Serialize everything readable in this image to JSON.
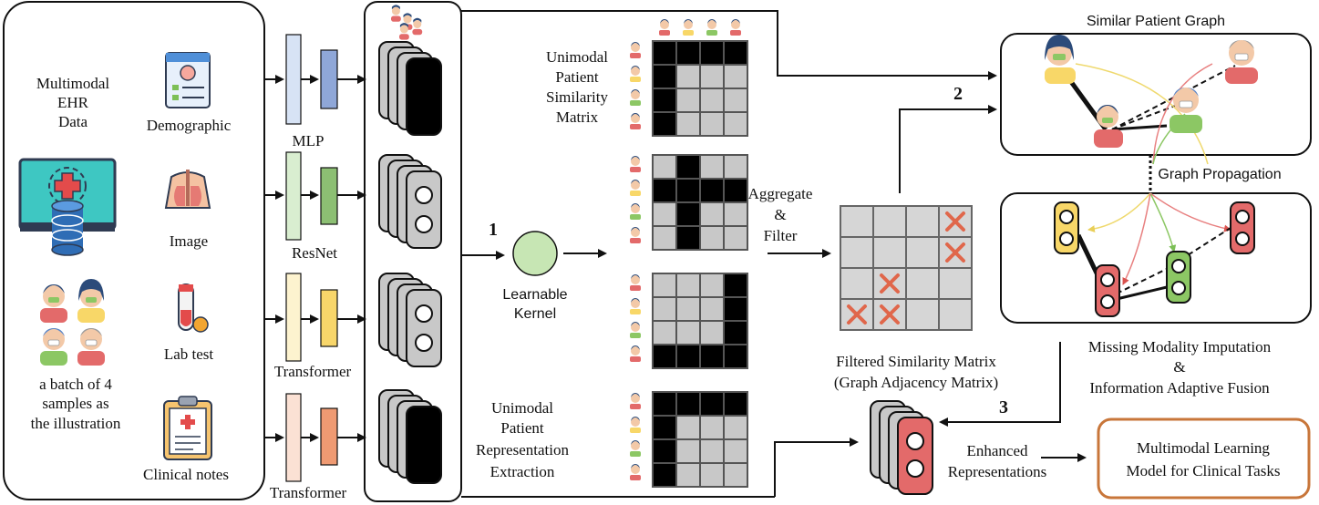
{
  "input_panel": {
    "title_line1": "Multimodal",
    "title_line2": "EHR",
    "title_line3": "Data",
    "modalities": [
      "Demographic",
      "Image",
      "Lab test",
      "Clinical notes"
    ],
    "batch_line1": "a batch of 4",
    "batch_line2": "samples as",
    "batch_line3": "the illustration"
  },
  "encoders": [
    "MLP",
    "ResNet",
    "Transformer",
    "Transformer"
  ],
  "steps": {
    "one": "1",
    "two": "2",
    "three": "3"
  },
  "kernel": {
    "line1": "Learnable",
    "line2": "Kernel"
  },
  "similarity": {
    "line1": "Unimodal",
    "line2": "Patient",
    "line3": "Similarity",
    "line4": "Matrix"
  },
  "representation": {
    "line1": "Unimodal",
    "line2": "Patient",
    "line3": "Representation",
    "line4": "Extraction"
  },
  "aggregate": {
    "line1": "Aggregate",
    "line2": "&",
    "line3": "Filter"
  },
  "filtered": {
    "line1": "Filtered Similarity Matrix",
    "line2": "(Graph Adjacency Matrix)"
  },
  "graph": {
    "title": "Similar Patient Graph",
    "propagation": "Graph Propagation"
  },
  "imputation": {
    "line1": "Missing Modality Imputation",
    "line2": "&",
    "line3": "Information Adaptive Fusion"
  },
  "enhanced": {
    "line1": "Enhanced",
    "line2": "Representations"
  },
  "output": {
    "line1": "Multimodal Learning",
    "line2": "Model for Clinical Tasks"
  },
  "colors": {
    "mlp": "#d7e3f5",
    "mlp2": "#8fa7d8",
    "resnet": "#d9eed0",
    "resnet2": "#8cbf73",
    "tf1": "#fdf3cf",
    "tf1b": "#f8d66a",
    "tf2": "#fbe1d4",
    "tf2b": "#ef9a72",
    "kernel": "#c7e6b4",
    "cross": "#e0674b",
    "output_border": "#c8763a",
    "red_patient": "#e36a6a",
    "yellow_patient": "#f8d768",
    "green_patient": "#8cc764"
  }
}
